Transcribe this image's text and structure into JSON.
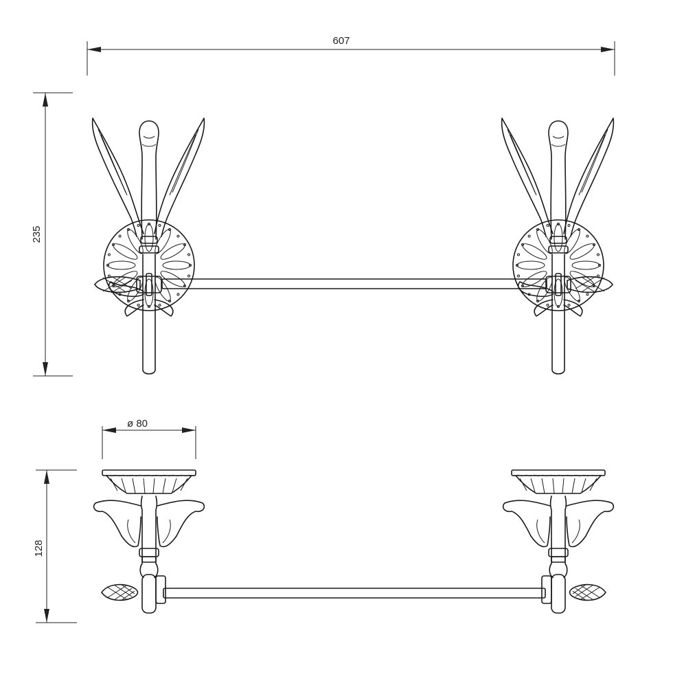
{
  "dimensions": {
    "width": "607",
    "height_front": "235",
    "height_side": "128",
    "diameter": "ø 80"
  },
  "colors": {
    "line": "#1a1a1a",
    "background": "#ffffff"
  }
}
